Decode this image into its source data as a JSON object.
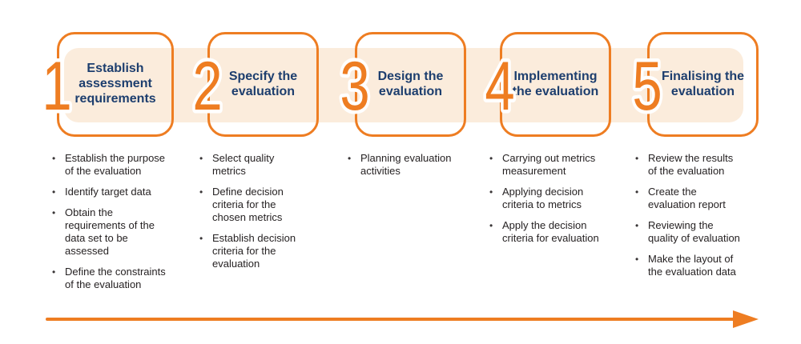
{
  "colors": {
    "accent_orange": "#ee7d22",
    "title_navy": "#1d3e6e",
    "band_peach": "#fbecdc",
    "body_text": "#262223"
  },
  "arrow": {
    "name": "timeline-arrow",
    "direction": "right",
    "color": "#ee7d22"
  },
  "steps": [
    {
      "number": "1",
      "title": "Establish assessment requirements",
      "bullets": [
        "Establish the purpose of the evaluation",
        "Identify target data",
        "Obtain the requirements of the data set to be assessed",
        "Define the constraints of the evaluation"
      ]
    },
    {
      "number": "2",
      "title": "Specify the evaluation",
      "bullets": [
        "Select quality metrics",
        "Define decision criteria for the chosen metrics",
        "Establish decision criteria for the evaluation"
      ]
    },
    {
      "number": "3",
      "title": "Design the evaluation",
      "bullets": [
        "Planning evaluation activities"
      ]
    },
    {
      "number": "4",
      "title": "Implementing the evaluation",
      "bullets": [
        "Carrying out metrics measurement",
        "Applying decision criteria to metrics",
        "Apply the decision criteria for evaluation"
      ]
    },
    {
      "number": "5",
      "title": "Finalising the evaluation",
      "bullets": [
        "Review the results of the evaluation",
        "Create the evaluation report",
        "Reviewing the quality of evaluation",
        "Make the layout of the evaluation data"
      ]
    }
  ]
}
